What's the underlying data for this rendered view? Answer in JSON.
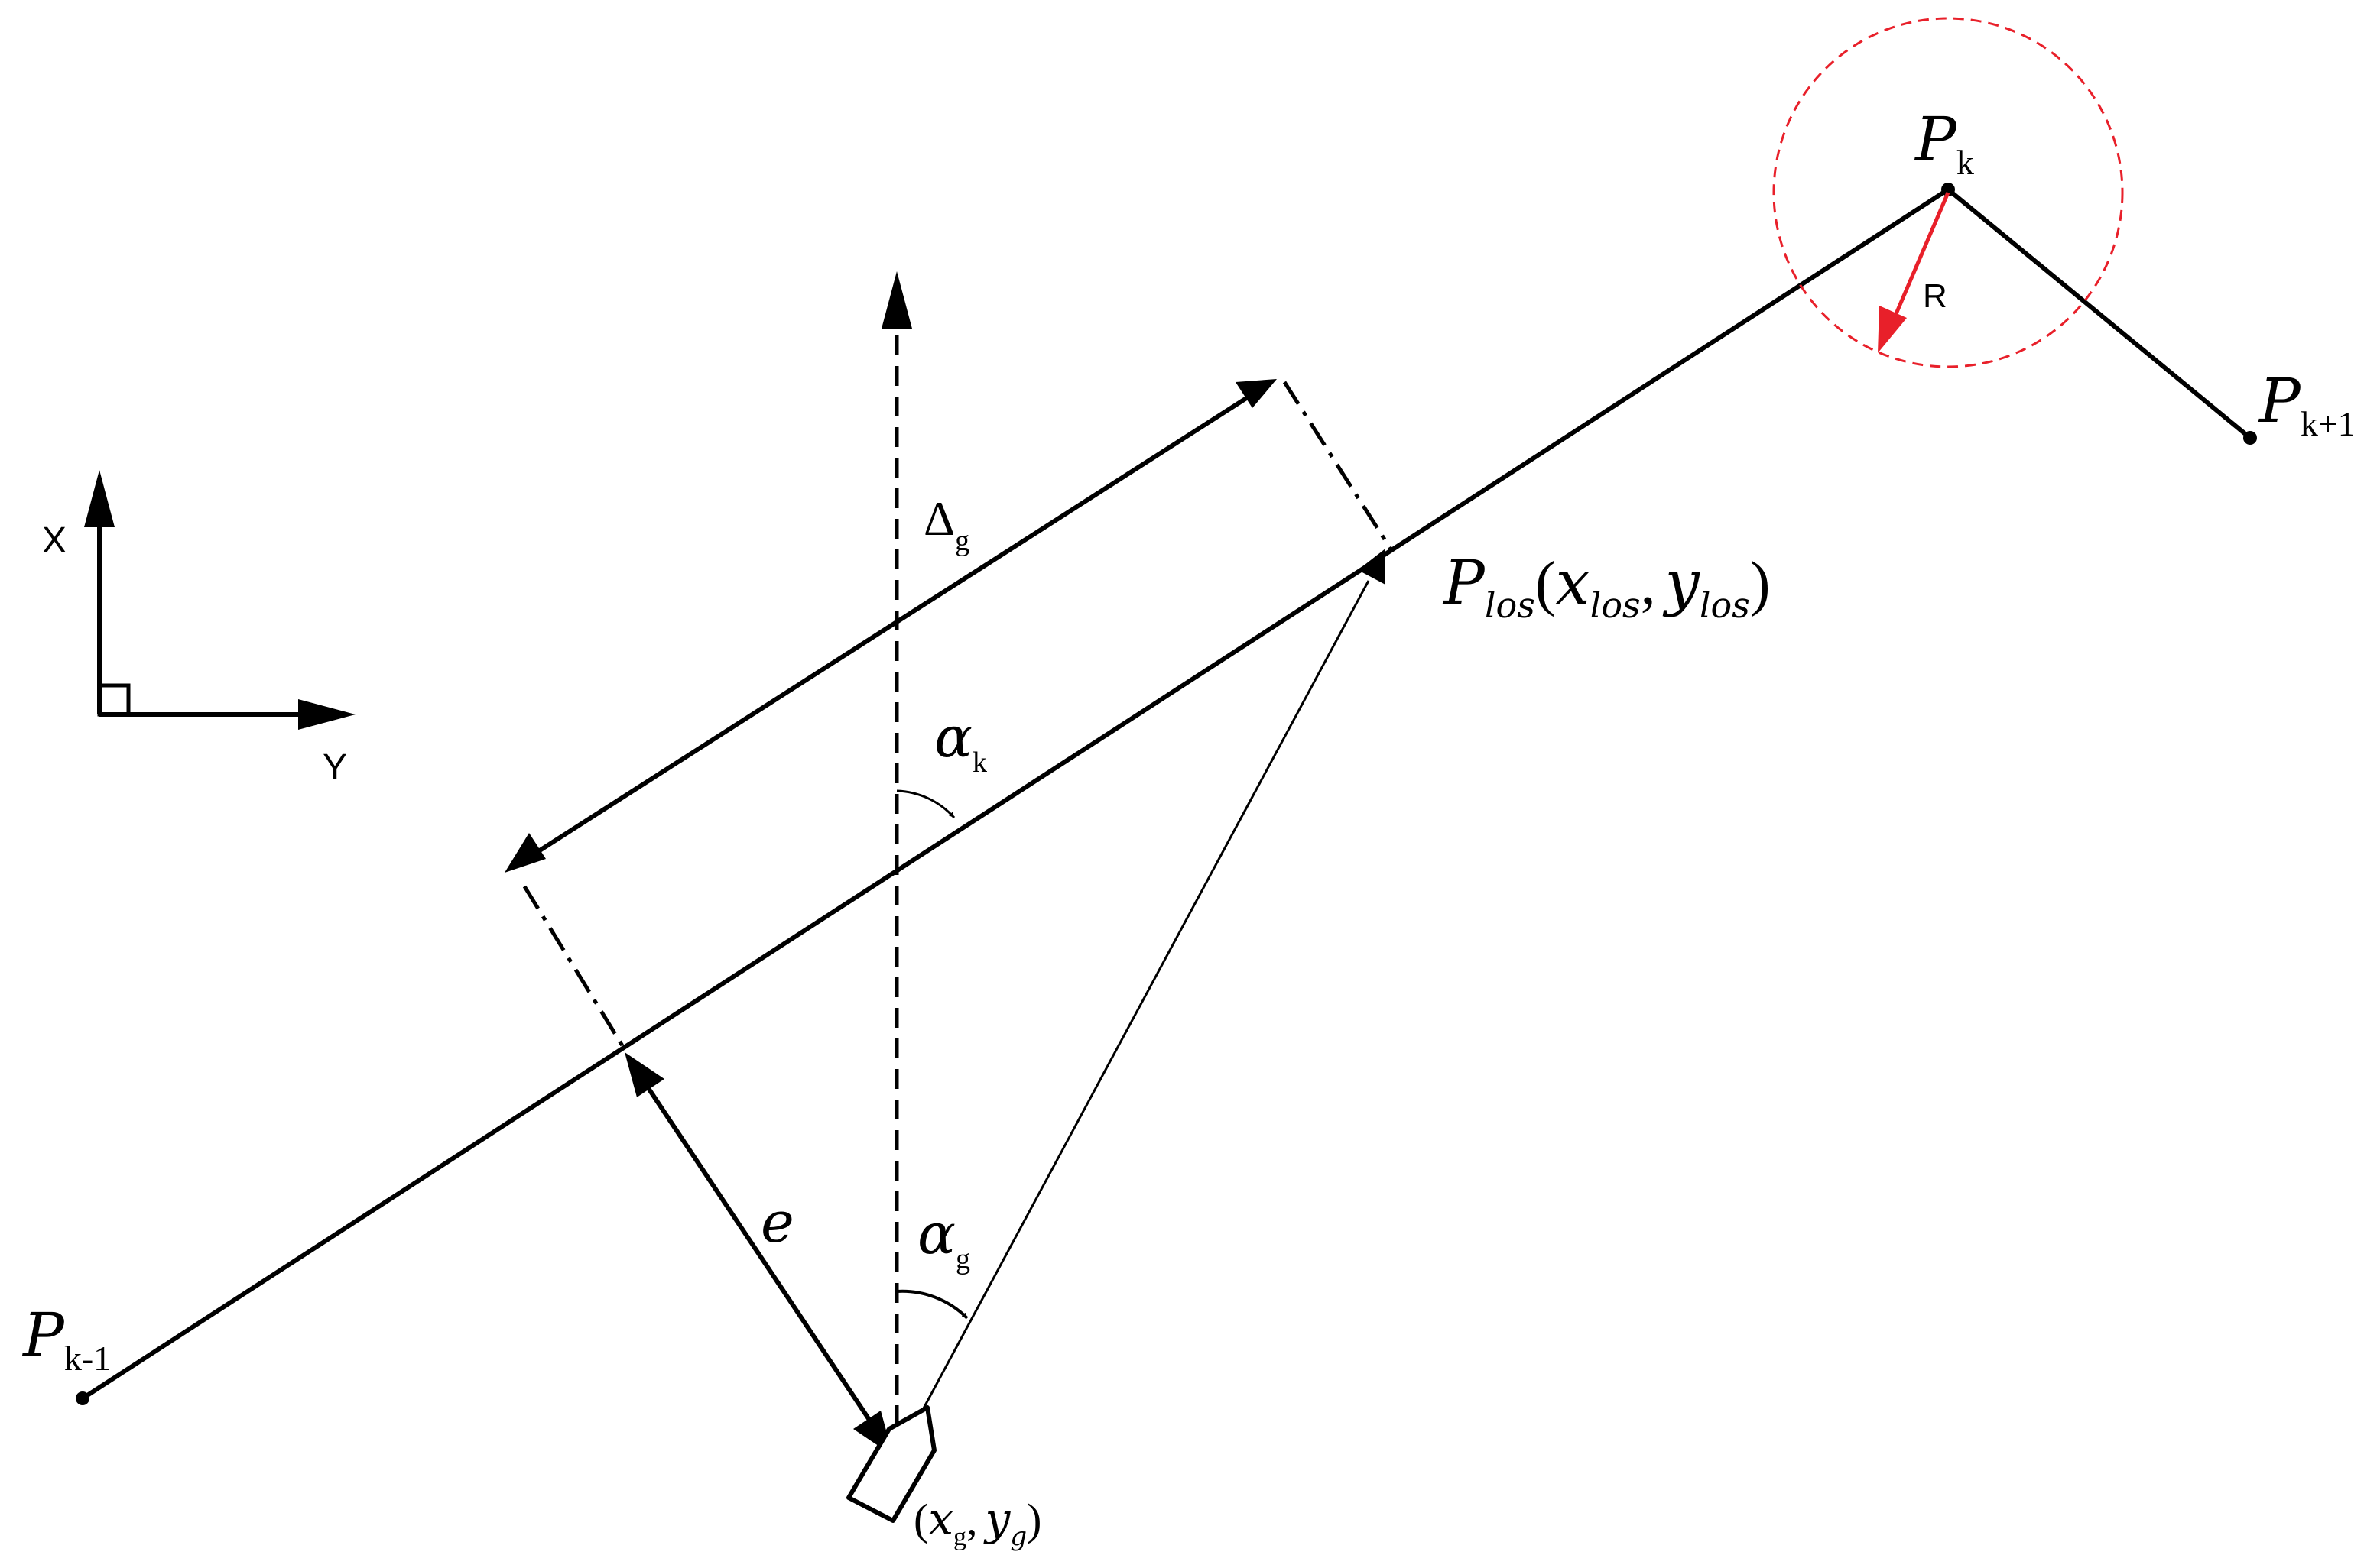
{
  "labels": {
    "axis_x": "X",
    "axis_y": "Y",
    "p_prev_main": "P",
    "p_prev_sub": "k-1",
    "p_k_main": "P",
    "p_k_sub": "k",
    "p_next_main": "P",
    "p_next_sub": "k+1",
    "radius": "R",
    "delta_main": "Δ",
    "delta_sub": "g",
    "alpha_k_main": "α",
    "alpha_k_sub": "k",
    "alpha_g_main": "α",
    "alpha_g_sub": "g",
    "error": "e",
    "plos_main": "P",
    "plos_sub": "los",
    "plos_open": "(",
    "plos_x": "x",
    "plos_x_sub": "los",
    "plos_comma": ",",
    "plos_y": "y",
    "plos_y_sub": "los",
    "plos_close": ")",
    "vessel_open": "(",
    "vessel_x": "x",
    "vessel_x_sub": "g",
    "vessel_comma": ",",
    "vessel_y": "y",
    "vessel_y_sub": "g",
    "vessel_close": ")"
  },
  "colors": {
    "line": "#000000",
    "accent": "#e8202a"
  }
}
